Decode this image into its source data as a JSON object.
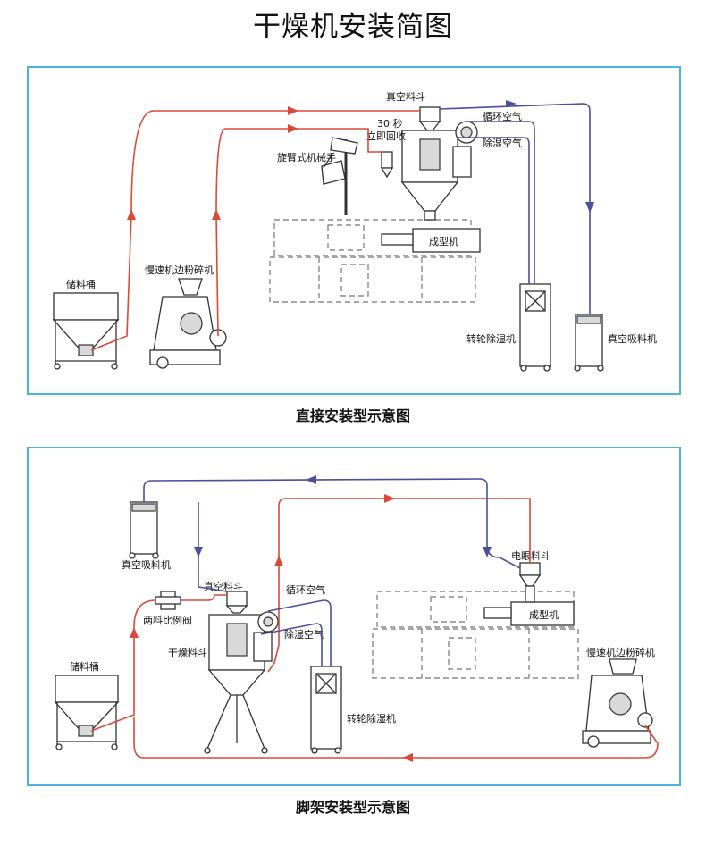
{
  "title": "干燥机安装简图",
  "diagrams": [
    {
      "caption": "直接安装型示意图",
      "labels": {
        "vacuum_hopper": "真空料斗",
        "recycle_30s_line1": "30 秒",
        "recycle_30s_line2": "立即回收",
        "circulating_air": "循环空气",
        "dehumidified_air": "除湿空气",
        "robot_arm": "旋臂式机械手",
        "molding_machine": "成型机",
        "storage_bin": "储料桶",
        "crusher": "慢速机边粉碎机",
        "rotor_dehumidifier": "转轮除湿机",
        "vacuum_loader": "真空吸料机"
      }
    },
    {
      "caption": "脚架安装型示意图",
      "labels": {
        "vacuum_loader": "真空吸料机",
        "vacuum_hopper": "真空料斗",
        "circulating_air": "循环空气",
        "proportional_valve": "两料比例阀",
        "dehumidified_air": "除湿空气",
        "dryer_hopper": "干燥料斗",
        "storage_bin": "储料桶",
        "rotor_dehumidifier": "转轮除湿机",
        "electric_eye_hopper": "电眼料斗",
        "molding_machine": "成型机",
        "crusher": "慢速机边粉碎机"
      }
    }
  ],
  "colors": {
    "frame": "#4fb2dc",
    "material_line": "#d94a38",
    "air_line": "#4a4f9c"
  }
}
